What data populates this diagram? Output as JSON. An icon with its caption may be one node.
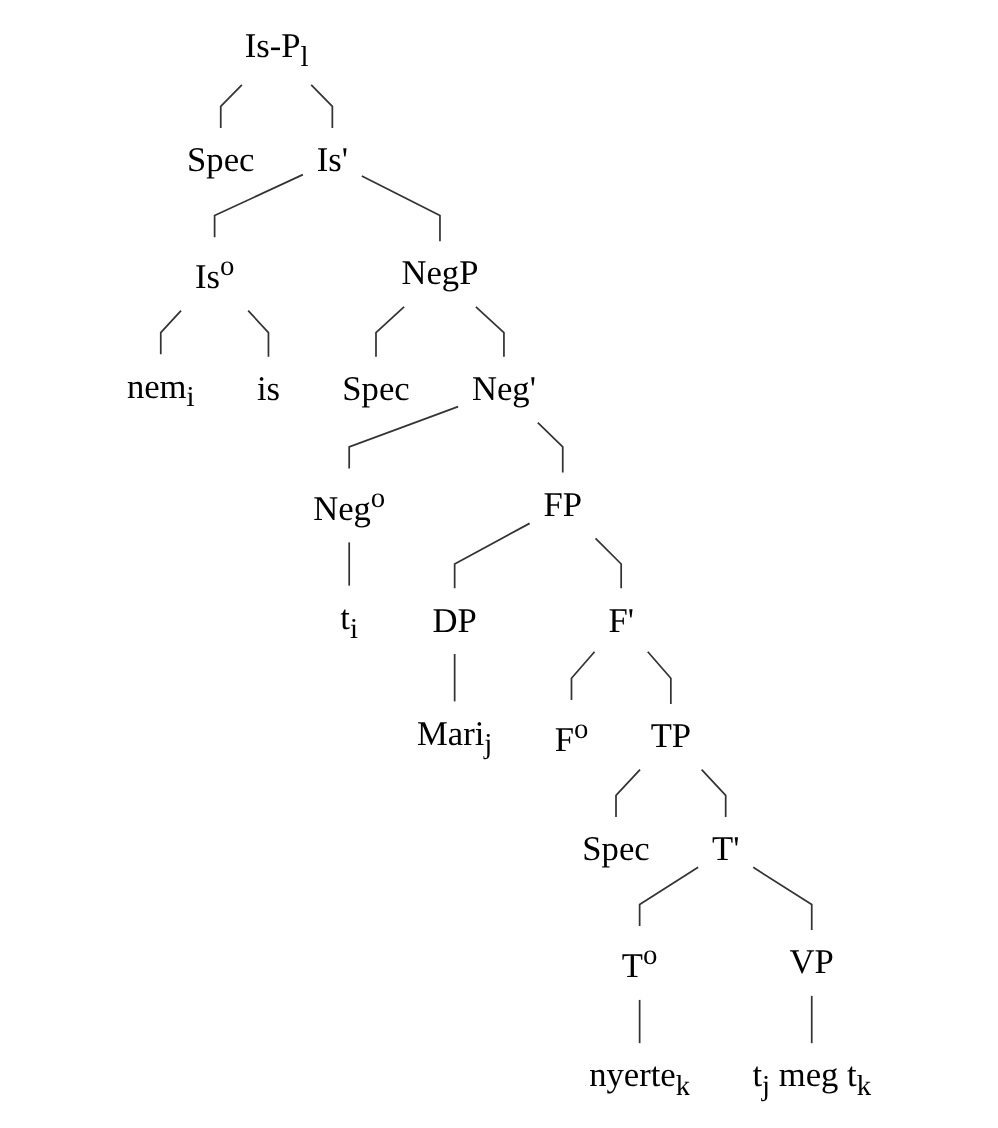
{
  "diagram": {
    "nodes": [
      {
        "text": [
          "Is-P$_{l}$"
        ]
      },
      {
        "text": [
          "Spec"
        ]
      },
      {
        "text": [
          "Is'"
        ]
      },
      {
        "text": [
          "Is$^{o}$"
        ]
      },
      {
        "text": [
          "NegP"
        ]
      },
      {
        "text": [
          "nem$_{i}$"
        ]
      },
      {
        "text": [
          "is"
        ]
      },
      {
        "text": [
          "Spec"
        ]
      },
      {
        "text": [
          "Neg'"
        ]
      },
      {
        "text": [
          "Neg$^{o}$"
        ]
      },
      {
        "text": [
          "FP"
        ]
      },
      {
        "text": [
          "t$_{i}$"
        ]
      },
      {
        "text": [
          "DP"
        ]
      },
      {
        "text": [
          "F'"
        ]
      },
      {
        "text": [
          "Mari$_{j}$"
        ]
      },
      {
        "text": [
          "F$^{o}$"
        ]
      },
      {
        "text": [
          "TP"
        ]
      },
      {
        "text": [
          "Spec"
        ]
      },
      {
        "text": [
          "T'"
        ]
      },
      {
        "text": [
          "T$^{o}$"
        ]
      },
      {
        "text": [
          "VP"
        ]
      },
      {
        "text": [
          "nyerte$_{k}$"
        ]
      },
      {
        "text": [
          "t$_{j}$ meg t$_{k}$"
        ]
      }
    ],
    "edges": [
      {
        "from": 0,
        "to": 1,
        "arrow": "none"
      },
      {
        "from": 0,
        "to": 2,
        "arrow": "none"
      },
      {
        "from": 2,
        "to": 3,
        "arrow": "none"
      },
      {
        "from": 2,
        "to": 4,
        "arrow": "none"
      },
      {
        "from": 3,
        "to": 5,
        "arrow": "none"
      },
      {
        "from": 3,
        "to": 6,
        "arrow": "none"
      },
      {
        "from": 4,
        "to": 7,
        "arrow": "none"
      },
      {
        "from": 4,
        "to": 8,
        "arrow": "none"
      },
      {
        "from": 8,
        "to": 9,
        "arrow": "none"
      },
      {
        "from": 8,
        "to": 10,
        "arrow": "none"
      },
      {
        "from": 9,
        "to": 11,
        "arrow": "none"
      },
      {
        "from": 10,
        "to": 12,
        "arrow": "none"
      },
      {
        "from": 10,
        "to": 13,
        "arrow": "none"
      },
      {
        "from": 12,
        "to": 14,
        "arrow": "none"
      },
      {
        "from": 13,
        "to": 15,
        "arrow": "none"
      },
      {
        "from": 13,
        "to": 16,
        "arrow": "none"
      },
      {
        "from": 16,
        "to": 17,
        "arrow": "none"
      },
      {
        "from": 16,
        "to": 18,
        "arrow": "none"
      },
      {
        "from": 18,
        "to": 19,
        "arrow": "none"
      },
      {
        "from": 18,
        "to": 20,
        "arrow": "none"
      },
      {
        "from": 19,
        "to": 21,
        "arrow": "none"
      },
      {
        "from": 20,
        "to": 22,
        "arrow": "none"
      }
    ]
  }
}
